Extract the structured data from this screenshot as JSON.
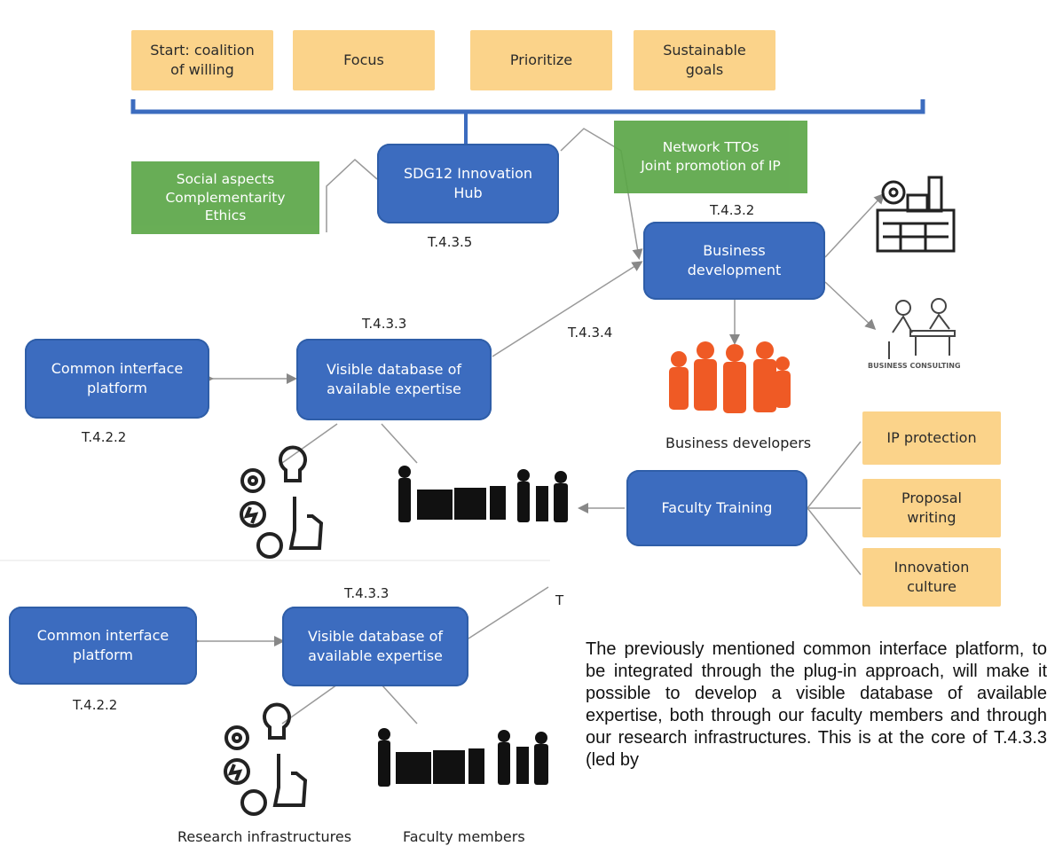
{
  "top_boxes": [
    "Start: coalition\nof willing",
    "Focus",
    "Prioritize",
    "Sustainable\ngoals"
  ],
  "green_left": "Social aspects\nComplementarity\nEthics",
  "green_right": "Network TTOs\nJoint promotion of IP",
  "hub": "SDG12 Innovation\nHub",
  "hub_code": "T.4.3.5",
  "bizdev": "Business\ndevelopment",
  "bizdev_code": "T.4.3.2",
  "visible_db": "Visible database of\navailable expertise",
  "visible_db_code": "T.4.3.3",
  "common_iface": "Common interface\nplatform",
  "common_iface_code": "T.4.2.2",
  "link_code": "T.4.3.4",
  "business_developers": "Business developers",
  "business_consulting": "BUSINESS CONSULTING",
  "faculty_training": "Faculty Training",
  "training_boxes": [
    "IP protection",
    "Proposal\nwriting",
    "Innovation\nculture"
  ],
  "bottom_visible_db_code": "T.4.3.3",
  "bottom_common_iface_code": "T.4.2.2",
  "bottom_partial_code": "T",
  "bottom_labels": {
    "research": "Research infrastructures",
    "faculty": "Faculty members"
  },
  "paragraph": "The previously mentioned common interface platform, to be integrated through the plug-in approach, will make it possible to develop a visible database of available expertise, both through our faculty members and through our research infrastructures. This is at the core of T.4.3.3 (led by"
}
